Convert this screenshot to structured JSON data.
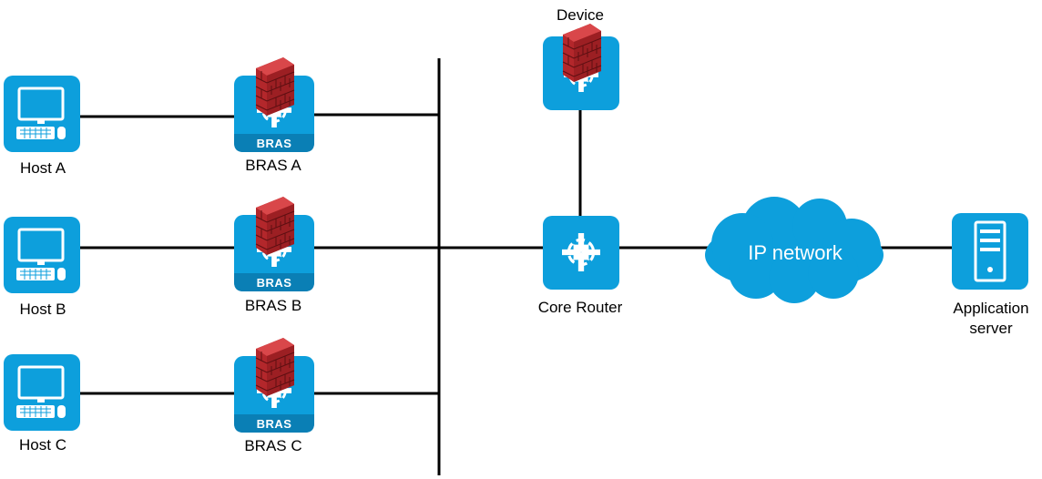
{
  "hosts": [
    {
      "label": "Host A",
      "icon": "computer-icon"
    },
    {
      "label": "Host B",
      "icon": "computer-icon"
    },
    {
      "label": "Host C",
      "icon": "computer-icon"
    }
  ],
  "bras": [
    {
      "label": "BRAS A",
      "badge": "BRAS",
      "icon": "bras-router-firewall-icon"
    },
    {
      "label": "BRAS B",
      "badge": "BRAS",
      "icon": "bras-router-firewall-icon"
    },
    {
      "label": "BRAS C",
      "badge": "BRAS",
      "icon": "bras-router-firewall-icon"
    }
  ],
  "device": {
    "label": "Device",
    "icon": "firewall-router-icon"
  },
  "core_router": {
    "label": "Core Router",
    "icon": "router-icon"
  },
  "network": {
    "label": "IP network",
    "icon": "cloud-icon"
  },
  "server": {
    "label_line1": "Application",
    "label_line2": "server",
    "icon": "server-icon"
  },
  "colors": {
    "device_blue": "#0d9fdc",
    "device_blue_dark": "#0a7fb5",
    "firewall_red": "#b3272b",
    "line": "#000000"
  }
}
